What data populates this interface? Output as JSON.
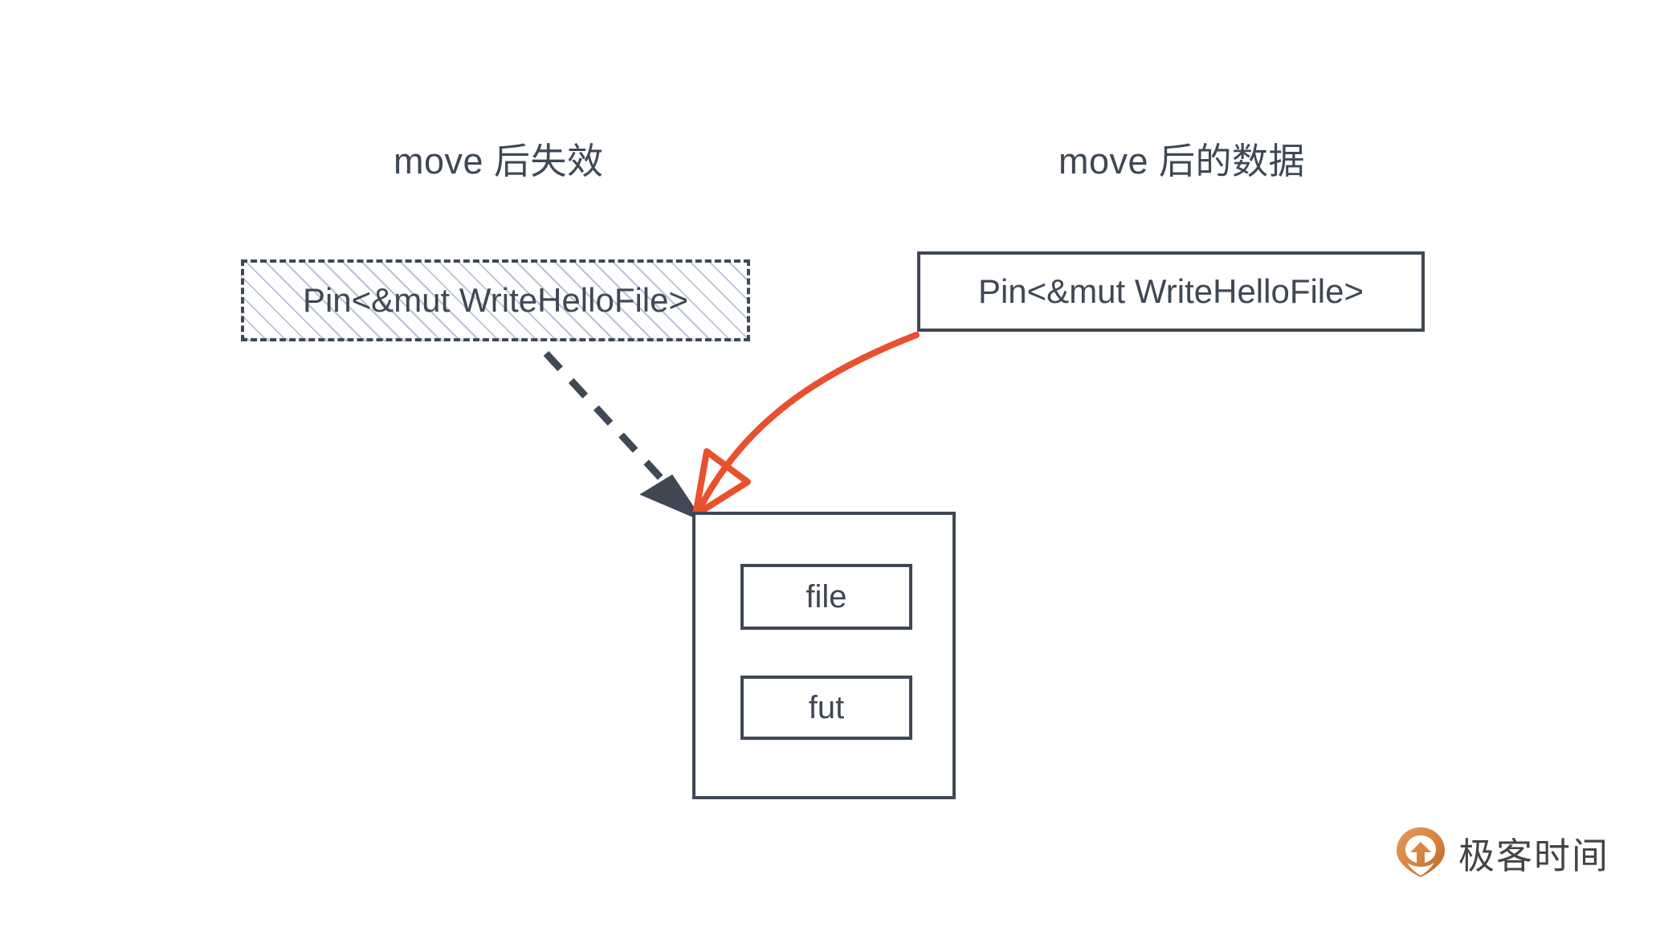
{
  "diagram": {
    "headings": {
      "left": "move 后失效",
      "right": "move 后的数据"
    },
    "boxes": {
      "invalid_pin": "Pin<&mut WriteHelloFile>",
      "moved_pin": "Pin<&mut WriteHelloFile>"
    },
    "struct_fields": [
      {
        "label": "file"
      },
      {
        "label": "fut"
      }
    ]
  },
  "colors": {
    "stroke": "#3f4854",
    "accent_red": "#e8502e",
    "hatch": "#7f92b0",
    "brand_orange": "#d9833f",
    "background": "#ffffff"
  },
  "brand": {
    "name": "极客时间",
    "mark": "geektime-logo-icon"
  }
}
